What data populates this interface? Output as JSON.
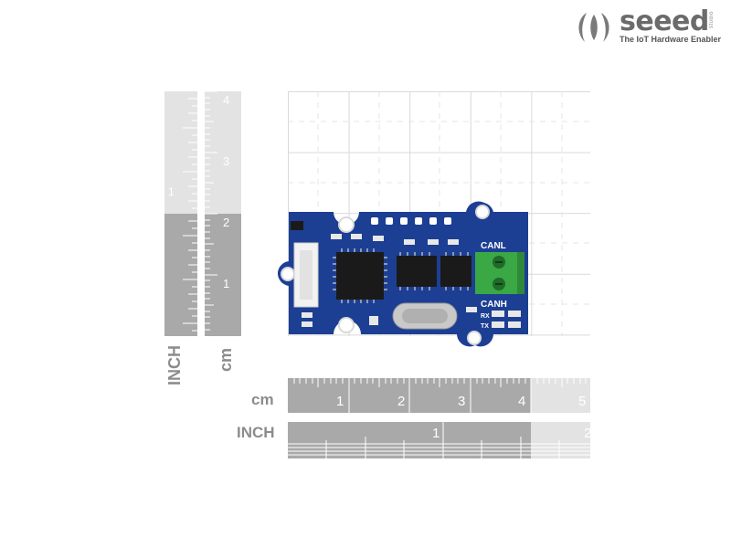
{
  "brand": {
    "name": "seeed",
    "studio": "studio",
    "tagline": "The IoT Hardware Enabler",
    "color": "#6b6b6b"
  },
  "rulers": {
    "vertical_inch_label": "INCH",
    "vertical_cm_label": "cm",
    "horizontal_cm_label": "cm",
    "horizontal_inch_label": "INCH",
    "vertical_inch_ticks": [
      "1"
    ],
    "vertical_cm_ticks": [
      "1",
      "2",
      "3",
      "4"
    ],
    "horizontal_cm_ticks": [
      "1",
      "2",
      "3",
      "4",
      "5"
    ],
    "horizontal_inch_ticks": [
      "1",
      "2"
    ]
  },
  "board": {
    "color": "#1c3f94",
    "silkscreen": [
      "CANL",
      "CANH",
      "RX",
      "TX"
    ],
    "terminal_color": "#3aa845"
  }
}
